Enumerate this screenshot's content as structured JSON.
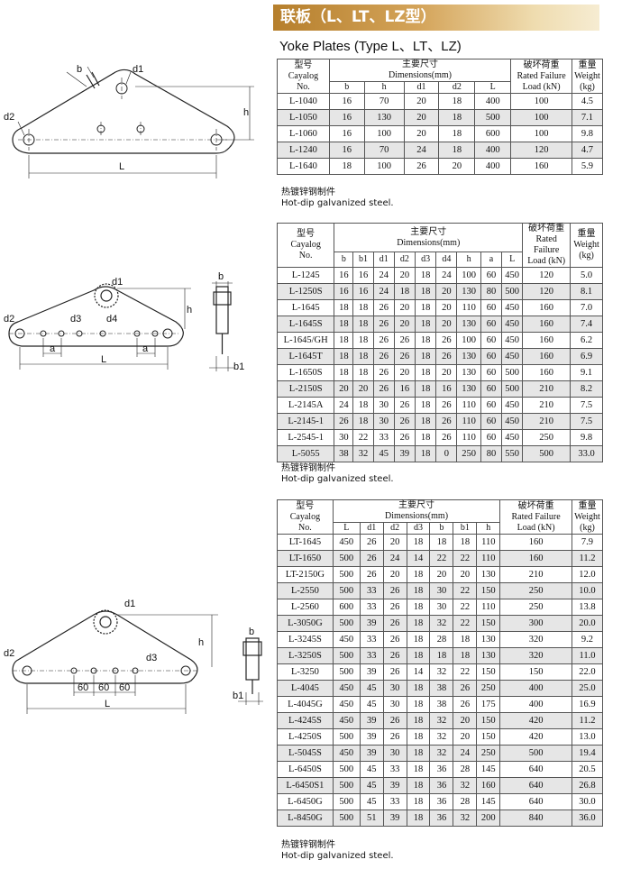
{
  "header": {
    "title": "联板（L、LT、LZ型）",
    "subtitle": "Yoke Plates (Type L、LT、LZ)"
  },
  "tables": [
    {
      "head": {
        "model_cn": "型号",
        "model_en1": "Cayalog",
        "model_en2": "No.",
        "dim_cn": "主要尺寸",
        "dim_en": "Dimensions(mm)",
        "load_cn": "破坏荷重",
        "load_en1": "Rated Failure",
        "load_en2": "Load (kN)",
        "weight_cn": "重量",
        "weight_en": "Weight",
        "weight_unit": "(kg)"
      },
      "columns": [
        "b",
        "h",
        "d1",
        "d2",
        "L"
      ],
      "rows": [
        [
          "L-1040",
          "16",
          "70",
          "20",
          "18",
          "400",
          "100",
          "4.5"
        ],
        [
          "L-1050",
          "16",
          "130",
          "20",
          "18",
          "500",
          "100",
          "7.1"
        ],
        [
          "L-1060",
          "16",
          "100",
          "20",
          "18",
          "600",
          "100",
          "9.8"
        ],
        [
          "L-1240",
          "16",
          "70",
          "24",
          "18",
          "400",
          "120",
          "4.7"
        ],
        [
          "L-1640",
          "18",
          "100",
          "26",
          "20",
          "400",
          "160",
          "5.9"
        ]
      ],
      "note_cn": "热镀锌钢制件",
      "note_en": "Hot-dip galvanized steel."
    },
    {
      "head": {
        "model_cn": "型号",
        "model_en1": "Cayalog",
        "model_en2": "No.",
        "dim_cn": "主要尺寸",
        "dim_en": "Dimensions(mm)",
        "load_cn": "破坏荷重",
        "load_en1": "Rated Failure",
        "load_en2": "Load (kN)",
        "weight_cn": "重量",
        "weight_en": "Weight",
        "weight_unit": "(kg)"
      },
      "columns": [
        "b",
        "b1",
        "d1",
        "d2",
        "d3",
        "d4",
        "h",
        "a",
        "L"
      ],
      "rows": [
        [
          "L-1245",
          "16",
          "16",
          "24",
          "20",
          "18",
          "24",
          "100",
          "60",
          "450",
          "120",
          "5.0"
        ],
        [
          "L-1250S",
          "16",
          "16",
          "24",
          "18",
          "18",
          "20",
          "130",
          "80",
          "500",
          "120",
          "8.1"
        ],
        [
          "L-1645",
          "18",
          "18",
          "26",
          "20",
          "18",
          "20",
          "110",
          "60",
          "450",
          "160",
          "7.0"
        ],
        [
          "L-1645S",
          "18",
          "18",
          "26",
          "20",
          "18",
          "20",
          "130",
          "60",
          "450",
          "160",
          "7.4"
        ],
        [
          "L-1645/GH",
          "18",
          "18",
          "26",
          "26",
          "18",
          "26",
          "100",
          "60",
          "450",
          "160",
          "6.2"
        ],
        [
          "L-1645T",
          "18",
          "18",
          "26",
          "26",
          "18",
          "26",
          "130",
          "60",
          "450",
          "160",
          "6.9"
        ],
        [
          "L-1650S",
          "18",
          "18",
          "26",
          "20",
          "18",
          "20",
          "130",
          "60",
          "500",
          "160",
          "9.1"
        ],
        [
          "L-2150S",
          "20",
          "20",
          "26",
          "16",
          "18",
          "16",
          "130",
          "60",
          "500",
          "210",
          "8.2"
        ],
        [
          "L-2145A",
          "24",
          "18",
          "30",
          "26",
          "18",
          "26",
          "110",
          "60",
          "450",
          "210",
          "7.5"
        ],
        [
          "L-2145-1",
          "26",
          "18",
          "30",
          "26",
          "18",
          "26",
          "110",
          "60",
          "450",
          "210",
          "7.5"
        ],
        [
          "L-2545-1",
          "30",
          "22",
          "33",
          "26",
          "18",
          "26",
          "110",
          "60",
          "450",
          "250",
          "9.8"
        ],
        [
          "L-5055",
          "38",
          "32",
          "45",
          "39",
          "18",
          "0",
          "250",
          "80",
          "550",
          "500",
          "33.0"
        ]
      ],
      "note_cn": "热镀锌钢制件",
      "note_en": "Hot-dip galvanized steel."
    },
    {
      "head": {
        "model_cn": "型号",
        "model_en1": "Cayalog",
        "model_en2": "No.",
        "dim_cn": "主要尺寸",
        "dim_en": "Dimensions(mm)",
        "load_cn": "破坏荷重",
        "load_en1": "Rated Failure",
        "load_en2": "Load (kN)",
        "weight_cn": "重量",
        "weight_en": "Weight",
        "weight_unit": "(kg)"
      },
      "columns": [
        "L",
        "d1",
        "d2",
        "d3",
        "b",
        "b1",
        "h"
      ],
      "rows": [
        [
          "LT-1645",
          "450",
          "26",
          "20",
          "18",
          "18",
          "18",
          "110",
          "160",
          "7.9"
        ],
        [
          "LT-1650",
          "500",
          "26",
          "24",
          "14",
          "22",
          "22",
          "110",
          "160",
          "11.2"
        ],
        [
          "LT-2150G",
          "500",
          "26",
          "20",
          "18",
          "20",
          "20",
          "130",
          "210",
          "12.0"
        ],
        [
          "L-2550",
          "500",
          "33",
          "26",
          "18",
          "30",
          "22",
          "150",
          "250",
          "10.0"
        ],
        [
          "L-2560",
          "600",
          "33",
          "26",
          "18",
          "30",
          "22",
          "110",
          "250",
          "13.8"
        ],
        [
          "L-3050G",
          "500",
          "39",
          "26",
          "18",
          "32",
          "22",
          "150",
          "300",
          "20.0"
        ],
        [
          "L-3245S",
          "450",
          "33",
          "26",
          "18",
          "28",
          "18",
          "130",
          "320",
          "9.2"
        ],
        [
          "L-3250S",
          "500",
          "33",
          "26",
          "18",
          "18",
          "18",
          "130",
          "320",
          "11.0"
        ],
        [
          "L-3250",
          "500",
          "39",
          "26",
          "14",
          "32",
          "22",
          "150",
          "150",
          "22.0"
        ],
        [
          "L-4045",
          "450",
          "45",
          "30",
          "18",
          "38",
          "26",
          "250",
          "400",
          "25.0"
        ],
        [
          "L-4045G",
          "450",
          "45",
          "30",
          "18",
          "38",
          "26",
          "175",
          "400",
          "16.9"
        ],
        [
          "L-4245S",
          "450",
          "39",
          "26",
          "18",
          "32",
          "20",
          "150",
          "420",
          "11.2"
        ],
        [
          "L-4250S",
          "500",
          "39",
          "26",
          "18",
          "32",
          "20",
          "150",
          "420",
          "13.0"
        ],
        [
          "L-5045S",
          "450",
          "39",
          "30",
          "18",
          "32",
          "24",
          "250",
          "500",
          "19.4"
        ],
        [
          "L-6450S",
          "500",
          "45",
          "33",
          "18",
          "36",
          "28",
          "145",
          "640",
          "20.5"
        ],
        [
          "L-6450S1",
          "500",
          "45",
          "39",
          "18",
          "36",
          "32",
          "160",
          "640",
          "26.8"
        ],
        [
          "L-6450G",
          "500",
          "45",
          "33",
          "18",
          "36",
          "28",
          "145",
          "640",
          "30.0"
        ],
        [
          "L-8450G",
          "500",
          "51",
          "39",
          "18",
          "36",
          "32",
          "200",
          "840",
          "36.0"
        ]
      ],
      "note_cn": "热镀锌钢制件",
      "note_en": "Hot-dip galvanized steel."
    }
  ],
  "drawings": {
    "d1": {
      "b": "b",
      "d1": "d1",
      "d2": "d2",
      "h": "h",
      "L": "L"
    },
    "d2": {
      "d1": "d1",
      "d2": "d2",
      "d3": "d3",
      "d4": "d4",
      "h": "h",
      "a1": "a",
      "a2": "a",
      "L": "L",
      "b": "b",
      "b1": "b1"
    },
    "d3": {
      "d1": "d1",
      "d2": "d2",
      "d3": "d3",
      "h": "h",
      "L": "L",
      "s1": "60",
      "s2": "60",
      "s3": "60",
      "b": "b",
      "b1": "b1"
    }
  }
}
